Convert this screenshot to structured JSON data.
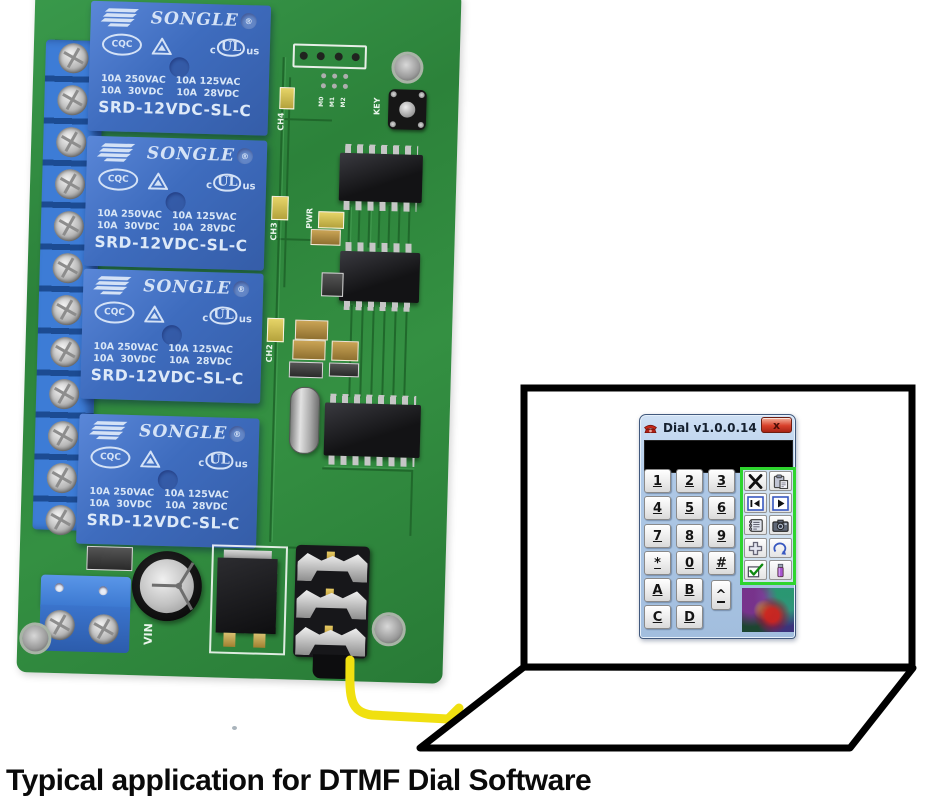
{
  "caption": "Typical application for DTMF Dial Software",
  "pcb": {
    "relay": {
      "brand": "SONGLE",
      "reg_mark": "®",
      "cert_cqc": "CQC",
      "cert_ul_prefix": "c",
      "cert_ul": "UL",
      "cert_ul_suffix": "us",
      "ratings_line1": "10A 250VAC   10A 125VAC",
      "ratings_line2": "10A  30VDC    10A  28VDC",
      "model": "SRD-12VDC-SL-C"
    },
    "labels": {
      "key": "KEY",
      "ch4": "CH4",
      "ch3": "CH3",
      "ch2": "CH2",
      "pwr": "PWR",
      "vin": "VIN",
      "m0": "M0",
      "m1": "M1",
      "m2": "M2"
    }
  },
  "dial": {
    "title": "Dial v1.0.0.14",
    "close": "x",
    "display": "",
    "keys": [
      "1",
      "2",
      "3",
      "4",
      "5",
      "6",
      "7",
      "8",
      "9",
      "*",
      "0",
      "#",
      "A",
      "B",
      "C",
      "D"
    ],
    "shift": "^",
    "icons": [
      "delete",
      "paste",
      "rewind",
      "play",
      "address-book",
      "camera",
      "add",
      "redo",
      "confirm",
      "lighter"
    ]
  },
  "colors": {
    "pcb_green": "#2e8b3c",
    "relay_blue": "#3e6cbe",
    "terminal_blue": "#3b7bd5",
    "cable_yellow": "#f0e010",
    "panel_green": "#2ed52e",
    "close_red": "#d8402a"
  }
}
